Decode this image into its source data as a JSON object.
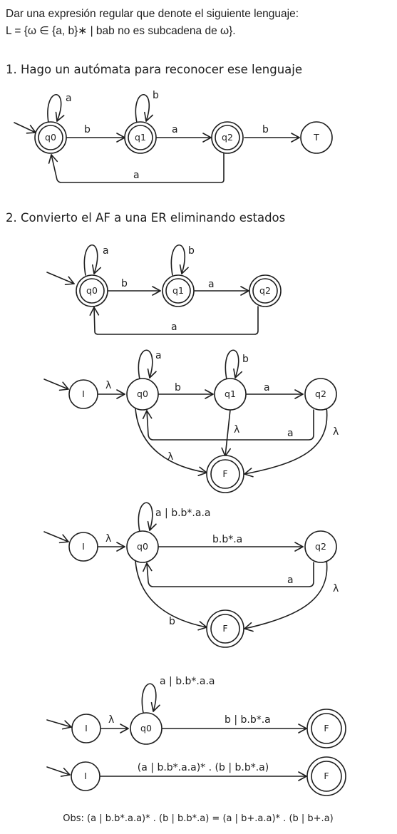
{
  "problem": {
    "line1": "Dar una expresión regular que denote el siguiente lenguaje:",
    "line2": "L = {ω ∈ {a, b}∗ | bab no es subcadena de ω}."
  },
  "steps": {
    "step1": "1. Hago un autómata para reconocer ese lenguaje",
    "step2": "2. Convierto el AF a una ER eliminando estados"
  },
  "states": {
    "q0": "q0",
    "q1": "q1",
    "q2": "q2",
    "trap": "T",
    "initial": "I",
    "final": "F"
  },
  "labels": {
    "a": "a",
    "b": "b",
    "lambda": "λ",
    "loop_q0_reduced": "a | b.b*.a.a",
    "q0_to_q2": "b.b*.a",
    "q0_to_F": "b | b.b*.a",
    "full_regex": "(a | b.b*.a.a)* . (b | b.b*.a)"
  },
  "obs": "Obs: (a | b.b*.a.a)* . (b | b.b*.a) = (a | b+.a.a)* . (b | b+.a)"
}
